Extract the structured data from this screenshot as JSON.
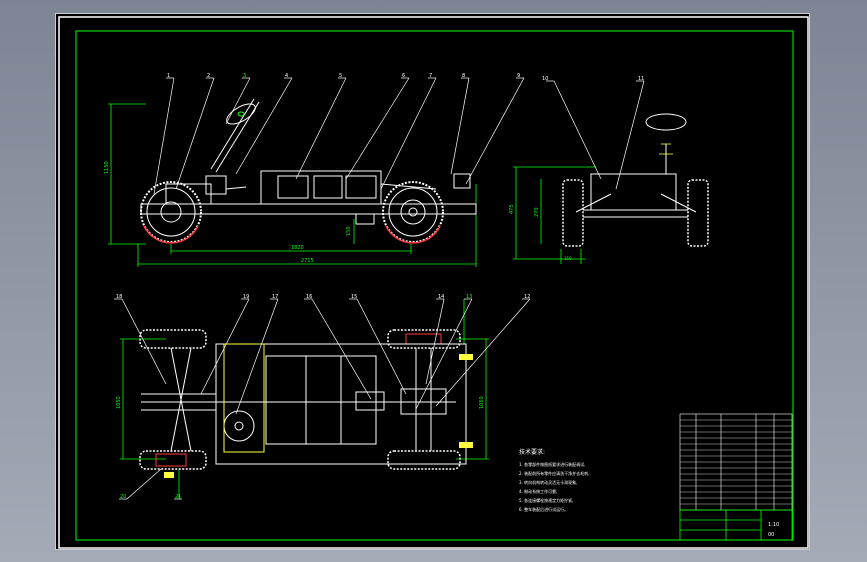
{
  "canvas": {
    "background": "#000000",
    "chrome_color": "#8c93a0",
    "line_colors": {
      "frame": "#00ff00",
      "outline": "#ffffff",
      "dimension": "#00ff00",
      "callout": "#ffffff",
      "wheel": "#ffffff",
      "hub": "#ff3b3b",
      "detail": "#ffff40"
    }
  },
  "side_view": {
    "dimensions": {
      "height": "1150",
      "wheelbase": "1820",
      "overall_length": "2715",
      "clearance": "150"
    },
    "callouts": [
      "1",
      "2",
      "3",
      "4",
      "5",
      "6",
      "7",
      "8",
      "9"
    ]
  },
  "rear_view": {
    "dimensions": {
      "height": "475",
      "sub_height": "270",
      "track": "150"
    },
    "callouts": [
      "10",
      "11"
    ]
  },
  "top_view": {
    "dimensions": {
      "left_width": "1050",
      "right_width": "1050"
    },
    "callouts": [
      "18",
      "19",
      "17",
      "16",
      "15",
      "14",
      "13",
      "12"
    ],
    "bottom_callouts": [
      "20",
      "21"
    ]
  },
  "notes": {
    "title": "技术要求:",
    "lines": [
      "1. 各零部件按图纸要求进行装配调试,",
      "2. 装配前所有零件应清洗干净并去毛刺,",
      "3. 转向机构转动灵活无卡滞现象,",
      "4. 制动系统工作可靠,",
      "5. 各连接螺栓按规定力矩拧紧,",
      "6. 整车装配后进行试运行。"
    ]
  },
  "title_block": {
    "scale": "1:10",
    "drawing_no": "00"
  }
}
